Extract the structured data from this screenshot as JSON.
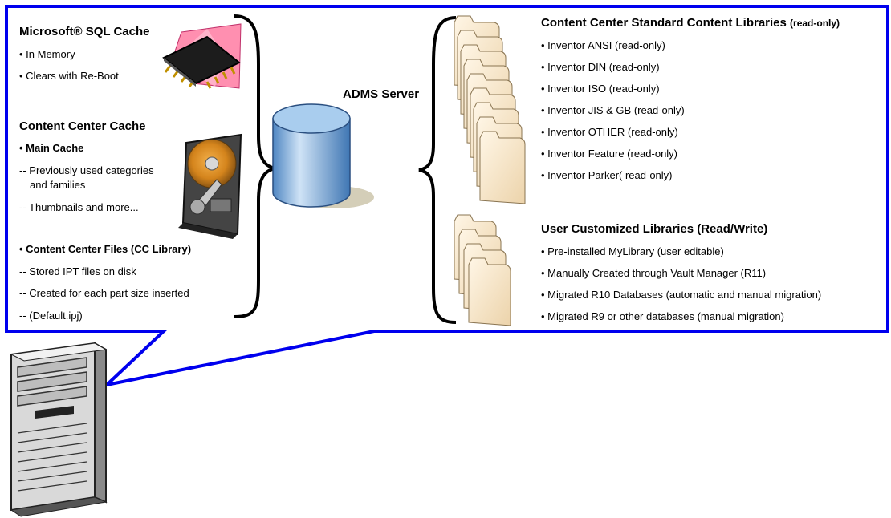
{
  "left": {
    "sql_cache": {
      "title": "Microsoft® SQL Cache",
      "items": [
        "• In Memory",
        "• Clears with Re-Boot"
      ]
    },
    "cc_cache": {
      "title": "Content Center Cache",
      "main_cache": "• Main Cache",
      "main_items": [
        "-- Previously used categories",
        "and families",
        "-- Thumbnails and more..."
      ],
      "files_title": "• Content Center Files (CC Library)",
      "files_items": [
        "-- Stored IPT files on disk",
        "-- Created for each part size inserted",
        "-- (Default.ipj)"
      ]
    }
  },
  "center": {
    "server_label": "ADMS Server"
  },
  "right": {
    "standard": {
      "title": "Content Center Standard Content Libraries",
      "title_suffix": "(read-only)",
      "items": [
        "• Inventor ANSI (read-only)",
        "• Inventor DIN (read-only)",
        "• Inventor ISO (read-only)",
        "• Inventor JIS & GB (read-only)",
        "• Inventor OTHER (read-only)",
        "• Inventor Feature (read-only)",
        "• Inventor Parker( read-only)"
      ]
    },
    "user": {
      "title": "User Customized Libraries (Read/Write)",
      "items": [
        "• Pre-installed MyLibrary (user editable)",
        "• Manually Created through Vault Manager (R11)",
        "• Migrated R10 Databases (automatic and manual migration)",
        "• Migrated R9 or other databases (manual migration)"
      ]
    }
  },
  "colors": {
    "callout_border": "#0000ee",
    "folder": "#f6e2c0",
    "cylinder": "#7fb0dc"
  }
}
